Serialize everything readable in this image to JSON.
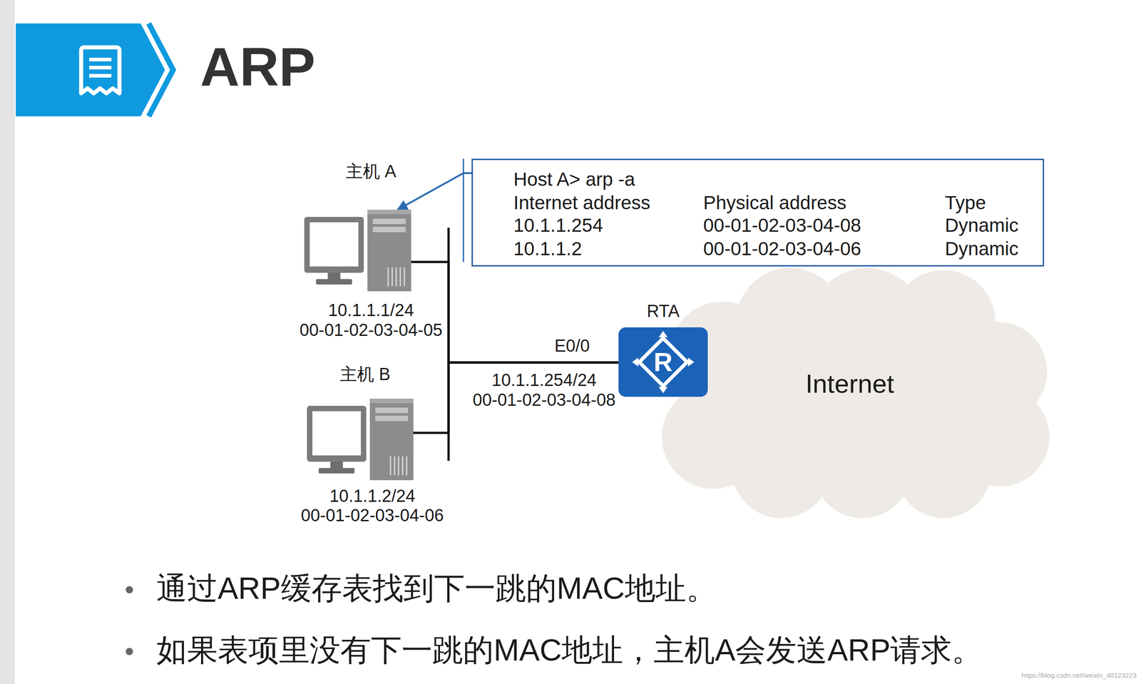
{
  "diagram": {
    "title": "ARP",
    "nodes": [
      {
        "text": [
          "主机 A",
          "10.1.1.1/24",
          "00-01-02-03-04-05"
        ]
      },
      {
        "text": [
          "Host A> arp -a",
          "Internet address",
          "Physical address",
          "Type",
          "10.1.1.254",
          "00-01-02-03-04-08",
          "Dynamic",
          "10.1.1.2",
          "00-01-02-03-04-06",
          "Dynamic"
        ]
      },
      {
        "text": [
          "RTA",
          "R"
        ]
      },
      {
        "text": [
          "Internet"
        ]
      },
      {
        "text": [
          "主机 B",
          "10.1.1.2/24",
          "00-01-02-03-04-06"
        ]
      }
    ],
    "edges": [
      {
        "from": 1,
        "to": 0,
        "arrow": "to"
      },
      {
        "from": 0,
        "to": 2,
        "arrow": "none"
      },
      {
        "from": 4,
        "to": 2,
        "arrow": "none"
      }
    ],
    "labels": [
      "E0/0",
      "10.1.1.254/24",
      "00-01-02-03-04-08",
      "通过ARP缓存表找到下一跳的MAC地址。",
      "如果表项里没有下一跳的MAC地址，主机A会发送ARP请求。",
      "https://blog.csdn.net/weixin_40123223"
    ]
  }
}
